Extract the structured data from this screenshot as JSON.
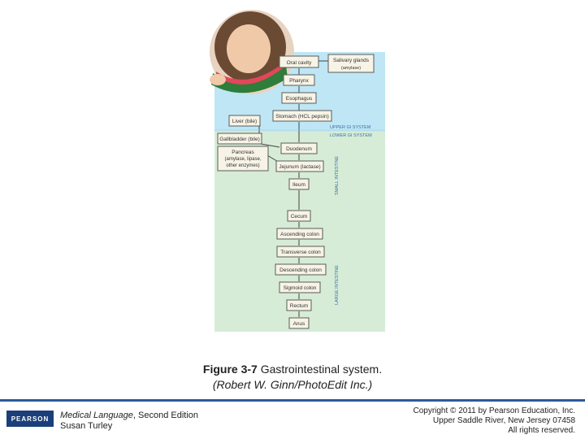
{
  "figure": {
    "organs_main": [
      "Oral cavity",
      "Pharynx",
      "Esophagus",
      "Stomach (HCL pepsin)",
      "Duodenum",
      "Jejunum (lactase)",
      "Ileum",
      "Cecum",
      "Ascending colon",
      "Transverse colon",
      "Descending colon",
      "Sigmoid colon",
      "Rectum",
      "Anus"
    ],
    "accessory": {
      "salivary": [
        "Salivary glands",
        "(amylase)"
      ],
      "liver": "Liver (bile)",
      "gallbladder": "Gallbladder (bile)",
      "pancreas": [
        "Pancreas",
        "(amylase, lipase,",
        "other enzymes)"
      ]
    },
    "section_labels": {
      "upper": "UPPER GI SYSTEM",
      "lower": "LOWER GI SYSTEM",
      "small": "SMALL INTESTINE",
      "large": "LARGE INTESTINE"
    },
    "colors": {
      "upper_bg": "#bfe6f5",
      "lower_bg": "#d6ecd6",
      "box_fill": "#f7f3e6",
      "box_stroke": "#5b5b5b",
      "label_color": "#3a6fa8"
    }
  },
  "caption": {
    "label": "Figure 3-7",
    "title": "Gastrointestinal system.",
    "credit": "(Robert W. Ginn/PhotoEdit Inc.)"
  },
  "footer": {
    "logo": "PEARSON",
    "book_title": "Medical Language",
    "book_edition": ", Second Edition",
    "author": "Susan Turley",
    "copyright_lines": [
      "Copyright © 2011 by Pearson Education, Inc.",
      "Upper Saddle River, New Jersey 07458",
      "All rights reserved."
    ]
  }
}
